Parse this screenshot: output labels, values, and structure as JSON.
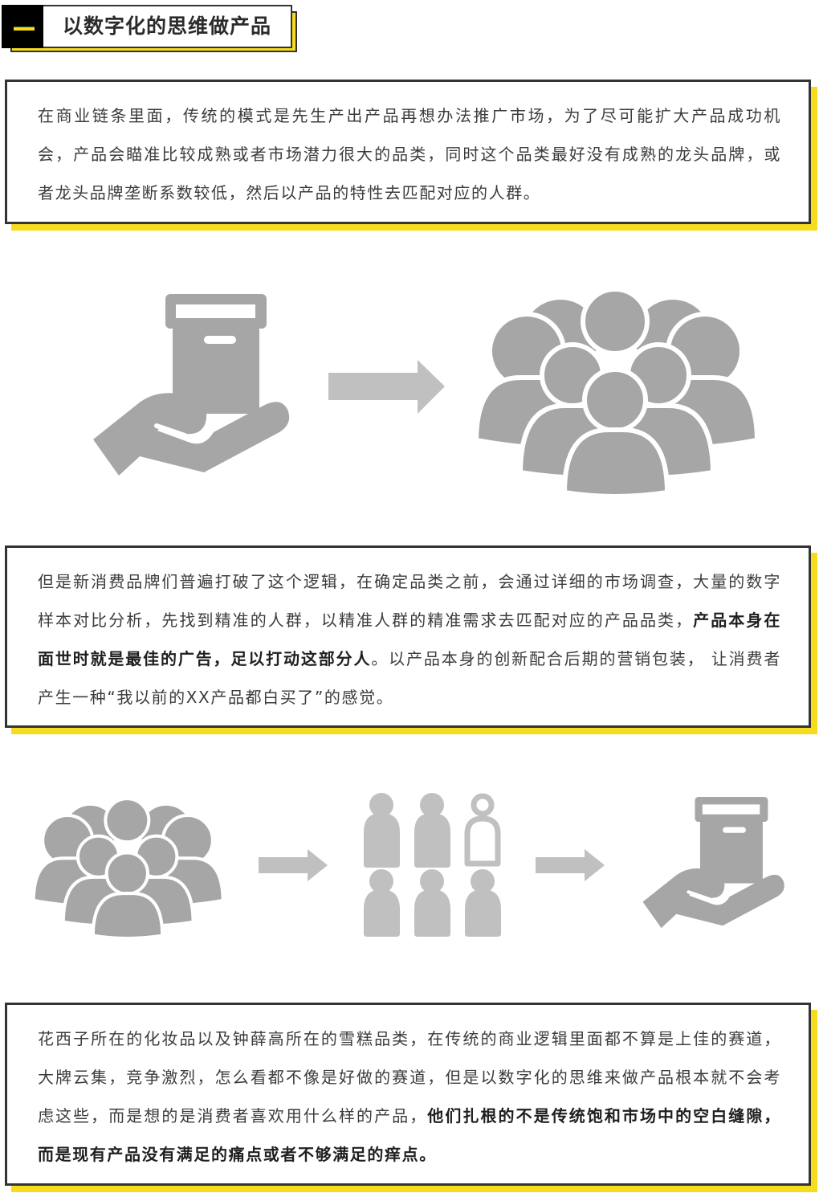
{
  "section": {
    "number_glyph": "一",
    "title": "以数字化的思维做产品"
  },
  "cards": [
    {
      "segments": [
        {
          "text": "在商业链条里面，传统的模式是先生产出产品再想办法推广市场，为了尽可能扩大产品成功机会，产品会瞄准比较成熟或者市场潜力很大的品类，同时这个品类最好没有成熟的龙头品牌，或者龙头品牌垄断系数较低，然后以产品的特性去匹配对应的人群。",
          "bold": false
        }
      ]
    },
    {
      "segments": [
        {
          "text": "但是新消费品牌们普遍打破了这个逻辑，在确定品类之前，会通过详细的市场调查，大量的数字样本对比分析，先找到精准的人群，以精准人群的精准需求去匹配对应的产品品类，",
          "bold": false
        },
        {
          "text": "产品本身在面世时就是最佳的广告，足以打动这部分人",
          "bold": true
        },
        {
          "text": "。以产品本身的创新配合后期的营销包装， 让消费者产生一种“我以前的XX产品都白买了”的感觉。",
          "bold": false
        }
      ]
    },
    {
      "segments": [
        {
          "text": "花西子所在的化妆品以及钟薛高所在的雪糕品类，在传统的商业逻辑里面都不算是上佳的赛道，大牌云集，竞争激烈，怎么看都不像是好做的赛道，但是以数字化的思维来做产品根本就不会考虑这些，而是想的是消费者喜欢用什么样的产品，",
          "bold": false
        },
        {
          "text": "他们扎根的不是传统饱和市场中的空白缝隙，而是现有产品没有满足的痛点或者不够满足的痒点。",
          "bold": true
        }
      ]
    }
  ],
  "illustrations": {
    "row1": [
      "hand-holding-box-icon",
      "arrow-right-icon",
      "crowd-icon"
    ],
    "row2": [
      "crowd-icon",
      "arrow-right-icon",
      "people-grid-icon",
      "arrow-right-icon",
      "hand-holding-box-icon"
    ]
  },
  "colors": {
    "accent_yellow": "#f7dc1e",
    "border_dark": "#333333",
    "icon_gray": "#a6a6a6",
    "icon_light_gray": "#c0c0c0",
    "text": "#3c3c3c"
  }
}
